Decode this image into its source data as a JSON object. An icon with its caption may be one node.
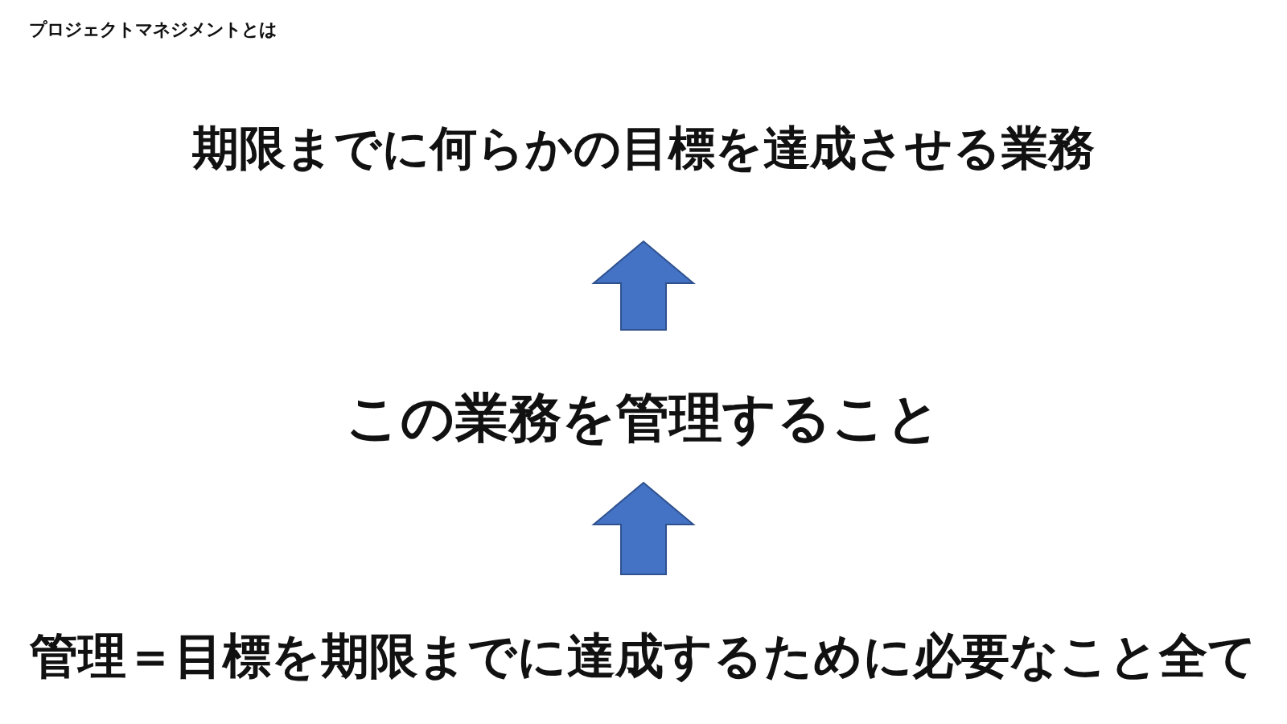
{
  "diagram": {
    "title": "プロジェクトマネジメントとは",
    "nodes": [
      {
        "text": [
          "期限までに何らかの目標を達成させる業務"
        ]
      },
      {
        "text": [
          "この業務を管理すること"
        ]
      },
      {
        "text": [
          "管理＝目標を期限までに達成するために必要なこと全て"
        ]
      }
    ],
    "edges": [
      {
        "from": 1,
        "to": 0,
        "arrow": "to"
      },
      {
        "from": 2,
        "to": 1,
        "arrow": "to"
      }
    ]
  }
}
